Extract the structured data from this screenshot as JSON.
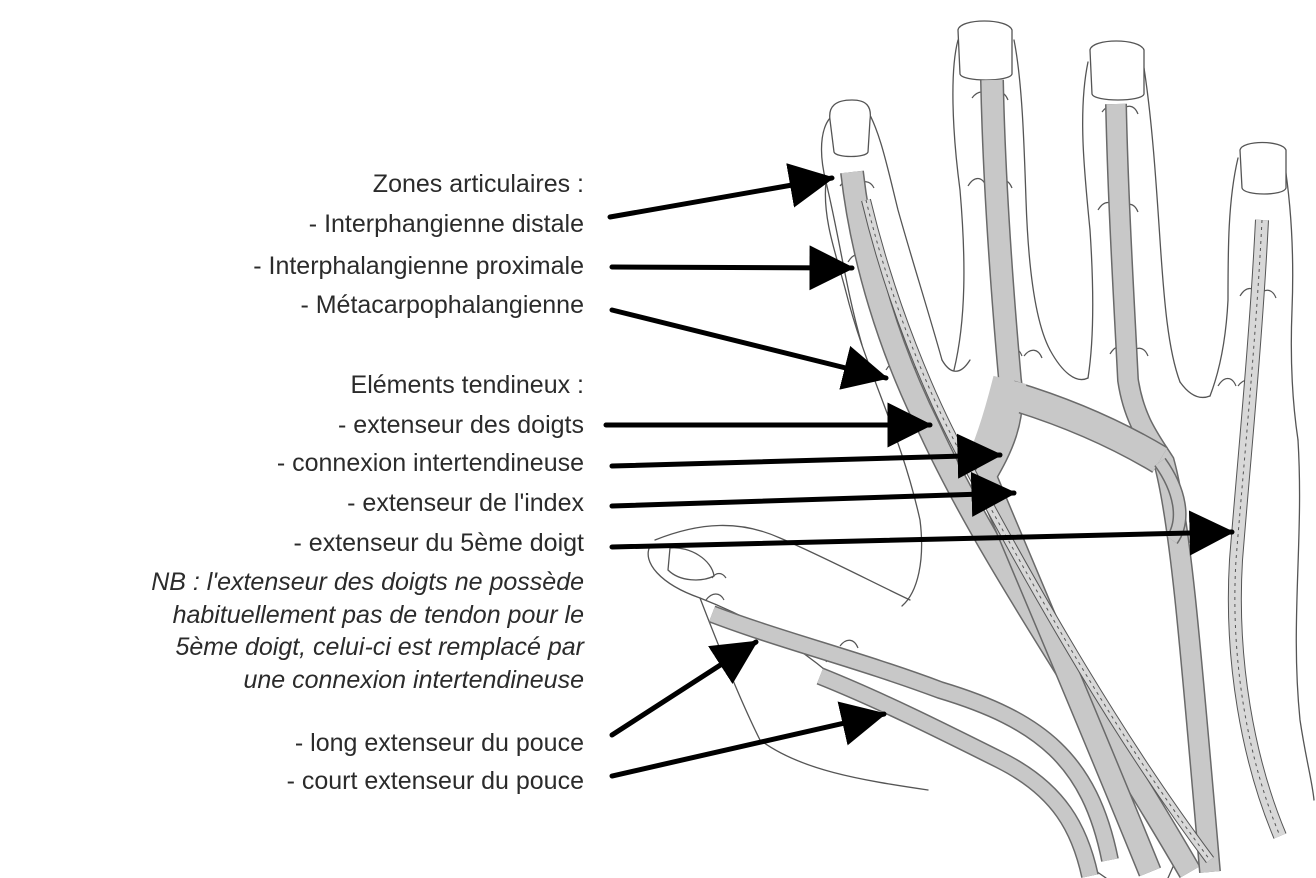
{
  "joints": {
    "heading": "Zones articulaires :",
    "items": [
      "- Interphangienne distale",
      "- Interphalangienne proximale",
      "- Métacarpophalangienne"
    ]
  },
  "tendons": {
    "heading": "Eléments tendineux :",
    "items": [
      "- extenseur des doigts",
      "- connexion intertendineuse",
      "- extenseur de l'index",
      "- extenseur du 5ème doigt"
    ]
  },
  "note": {
    "lines": [
      "NB : l'extenseur des doigts ne possède",
      "habituellement pas de tendon pour le",
      "5ème doigt, celui-ci est remplacé par",
      "une connexion intertendineuse"
    ]
  },
  "thumb": {
    "items": [
      "- long extenseur du pouce",
      "- court extenseur du pouce"
    ]
  },
  "colors": {
    "text": "#2b2b2b",
    "arrow": "#000000",
    "outline": "#555555",
    "tendon_fill": "#c8c8c8",
    "tendon_stroke": "#6a6a6a"
  }
}
